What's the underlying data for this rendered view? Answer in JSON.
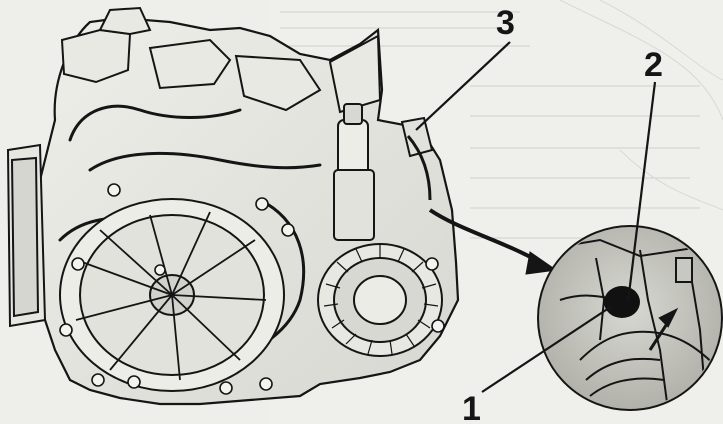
{
  "callouts": [
    {
      "id": "1",
      "label": "1"
    },
    {
      "id": "2",
      "label": "2"
    },
    {
      "id": "3",
      "label": "3"
    }
  ],
  "colors": {
    "ink": "#151515",
    "paper": "#eeeeea",
    "shade": "#cfcfca",
    "dark": "#2b2b2b"
  }
}
